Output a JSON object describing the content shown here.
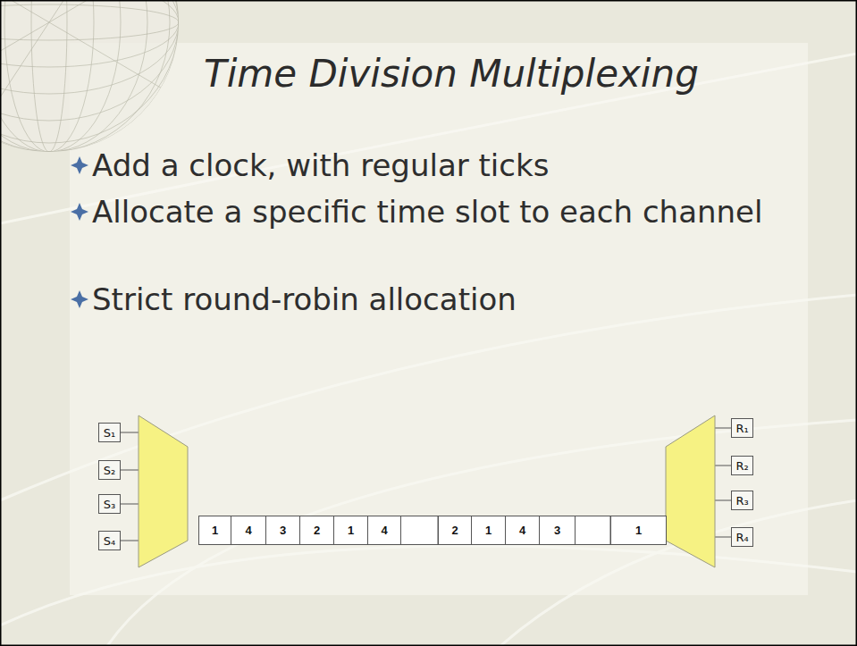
{
  "diagram": {
    "title": "Time Division Multiplexing",
    "nodes": [
      {
        "text": [
          "S₁"
        ]
      },
      {
        "text": [
          "S₂"
        ]
      },
      {
        "text": [
          "S₃"
        ]
      },
      {
        "text": [
          "S₄"
        ]
      },
      {
        "text": [
          "1"
        ]
      },
      {
        "text": [
          "4"
        ]
      },
      {
        "text": [
          "3"
        ]
      },
      {
        "text": [
          "2"
        ]
      },
      {
        "text": [
          "1"
        ]
      },
      {
        "text": [
          "4"
        ]
      },
      {
        "text": [
          "2"
        ]
      },
      {
        "text": [
          "1"
        ]
      },
      {
        "text": [
          "4"
        ]
      },
      {
        "text": [
          "3"
        ]
      },
      {
        "text": [
          "1"
        ]
      },
      {
        "text": [
          "R₁"
        ]
      },
      {
        "text": [
          "R₂"
        ]
      },
      {
        "text": [
          "R₃"
        ]
      },
      {
        "text": [
          "R₄"
        ]
      }
    ],
    "labels": [
      "Add a clock, with regular ticks",
      "Allocate a specific time slot to each channel",
      "Strict round-robin allocation"
    ]
  }
}
